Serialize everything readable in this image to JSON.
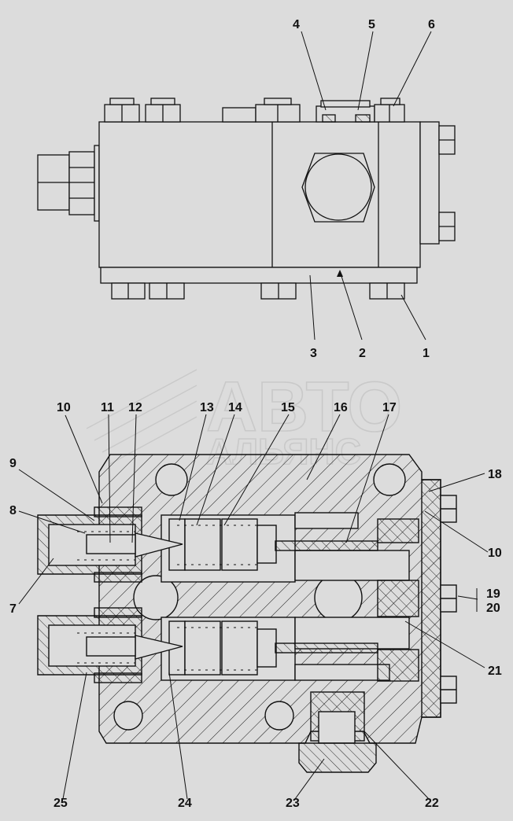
{
  "watermark": {
    "line1": "АВТО",
    "line2": "АЛЬЯНС"
  },
  "colors": {
    "background": "#dcdcdc",
    "line": "#111111",
    "watermark": "#c9c9c9"
  },
  "top_view_callouts": {
    "c1": "1",
    "c2": "2",
    "c3": "3",
    "c4": "4",
    "c5": "5",
    "c6": "6"
  },
  "section_view_callouts": {
    "c7": "7",
    "c8": "8",
    "c9": "9",
    "c10a": "10",
    "c10b": "10",
    "c11": "11",
    "c12": "12",
    "c13": "13",
    "c14": "14",
    "c15": "15",
    "c16": "16",
    "c17": "17",
    "c18": "18",
    "c19": "19",
    "c20": "20",
    "c21": "21",
    "c22": "22",
    "c23": "23",
    "c24": "24",
    "c25": "25"
  }
}
